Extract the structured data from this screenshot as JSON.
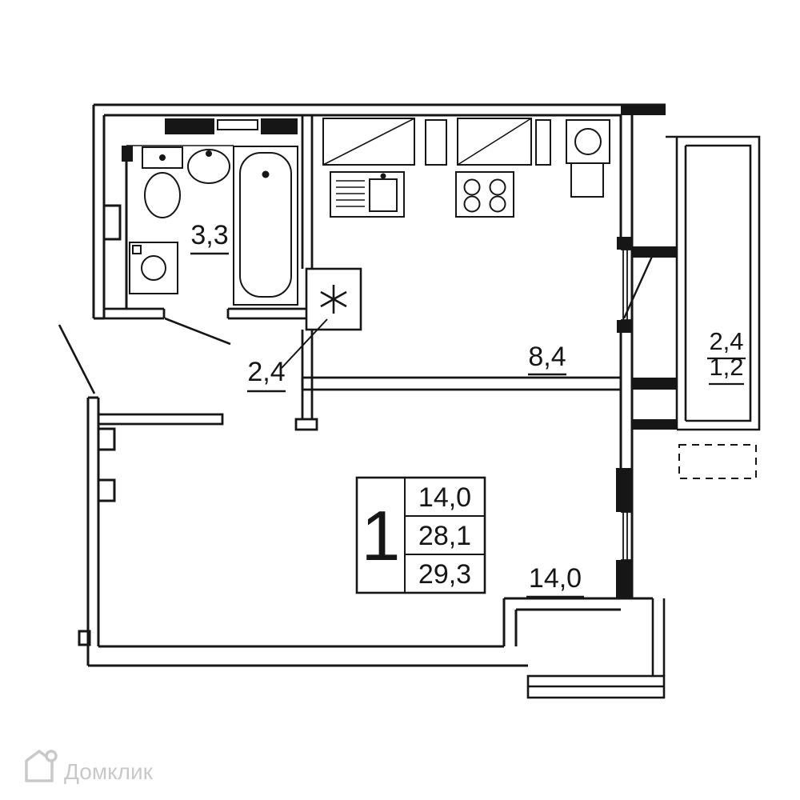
{
  "plan": {
    "labels": {
      "bathroom": "3,3",
      "hallway": "2,4",
      "kitchen": "8,4",
      "room": "14,0",
      "balcony_total": "2,4",
      "balcony_reduced": "1,2"
    },
    "info_box": {
      "rooms": "1",
      "living_area": "14,0",
      "area_no_balcony": "28,1",
      "total_area": "29,3"
    }
  },
  "watermark": {
    "brand": "Домклик"
  },
  "colors": {
    "line": "#161616",
    "watermark": "#c9c9c9",
    "background": "#ffffff"
  }
}
